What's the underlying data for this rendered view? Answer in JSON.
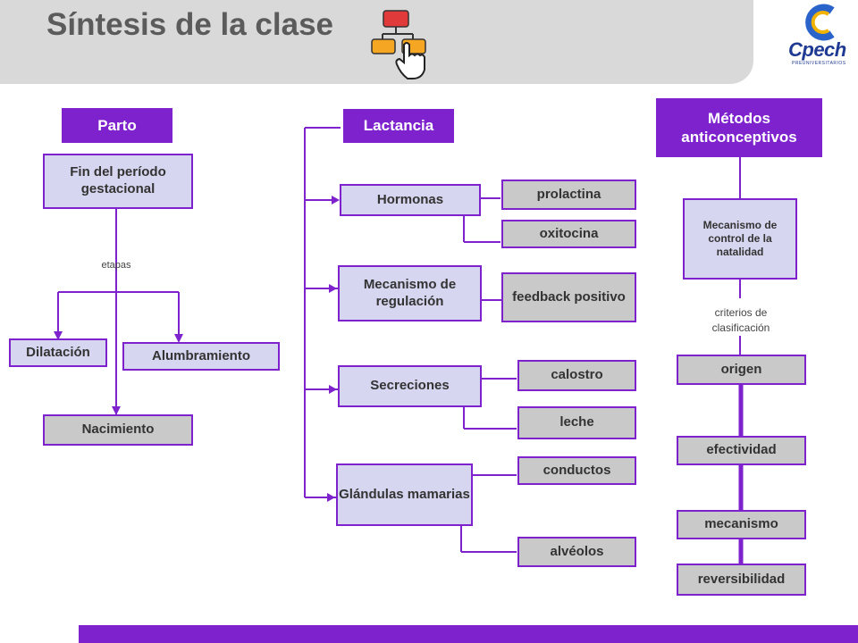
{
  "header": {
    "title": "Síntesis de la clase"
  },
  "logo": {
    "text": "Cpech",
    "sub": "PREUNIVERSITARIOS"
  },
  "parto": {
    "title": "Parto",
    "root": "Fin del período gestacional",
    "link_label": "etapas",
    "stages": [
      "Dilatación",
      "Alumbramiento",
      "Nacimiento"
    ]
  },
  "lactancia": {
    "title": "Lactancia",
    "groups": [
      {
        "label": "Hormonas",
        "items": [
          "prolactina",
          "oxitocina"
        ]
      },
      {
        "label": "Mecanismo de regulación",
        "items": [
          "feedback positivo"
        ]
      },
      {
        "label": "Secreciones",
        "items": [
          "calostro",
          "leche"
        ]
      },
      {
        "label": "Glándulas mamarias",
        "items": [
          "conductos",
          "alvéolos"
        ]
      }
    ]
  },
  "metodos": {
    "title": "Métodos anticonceptivos",
    "root": "Mecanismo de control de la natalidad",
    "link_label": "criterios de clasificación",
    "criteria": [
      "origen",
      "efectividad",
      "mecanismo",
      "reversibilidad"
    ]
  },
  "colors": {
    "accent": "#7e22ce",
    "lavender": "#d6d6f0",
    "gray": "#c9c9c9"
  }
}
